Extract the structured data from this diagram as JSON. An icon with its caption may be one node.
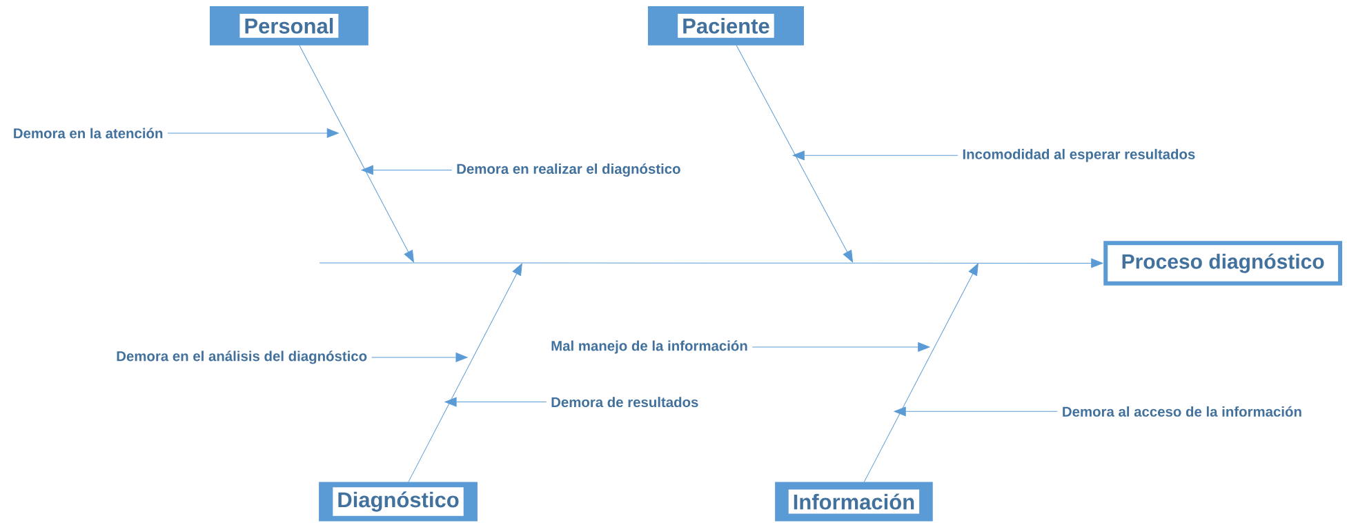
{
  "diagram": {
    "nodes": [
      {
        "text": [
          "Personal"
        ]
      },
      {
        "text": [
          "Paciente"
        ]
      },
      {
        "text": [
          "Diagnóstico"
        ]
      },
      {
        "text": [
          "Información"
        ]
      },
      {
        "text": [
          "Proceso diagnóstico"
        ]
      },
      {
        "text": [
          "Demora en la atención"
        ]
      },
      {
        "text": [
          "Demora en realizar el diagnóstico"
        ]
      },
      {
        "text": [
          "Incomodidad al esperar resultados"
        ]
      },
      {
        "text": [
          "Demora en el análisis del diagnóstico"
        ]
      },
      {
        "text": [
          "Demora de resultados"
        ]
      },
      {
        "text": [
          "Mal manejo de la información"
        ]
      },
      {
        "text": [
          "Demora al acceso de la información"
        ]
      }
    ],
    "edges": [
      {
        "from": 0,
        "to": null,
        "arrow": "to"
      },
      {
        "from": 1,
        "to": null,
        "arrow": "to"
      },
      {
        "from": 2,
        "to": null,
        "arrow": "to"
      },
      {
        "from": 3,
        "to": null,
        "arrow": "to"
      },
      {
        "from": null,
        "to": 4,
        "arrow": "to"
      },
      {
        "from": 5,
        "to": null,
        "arrow": "to"
      },
      {
        "from": 6,
        "to": null,
        "arrow": "to"
      },
      {
        "from": 7,
        "to": null,
        "arrow": "to"
      },
      {
        "from": 8,
        "to": null,
        "arrow": "to"
      },
      {
        "from": 9,
        "to": null,
        "arrow": "to"
      },
      {
        "from": 10,
        "to": null,
        "arrow": "to"
      },
      {
        "from": 11,
        "to": null,
        "arrow": "to"
      }
    ]
  }
}
